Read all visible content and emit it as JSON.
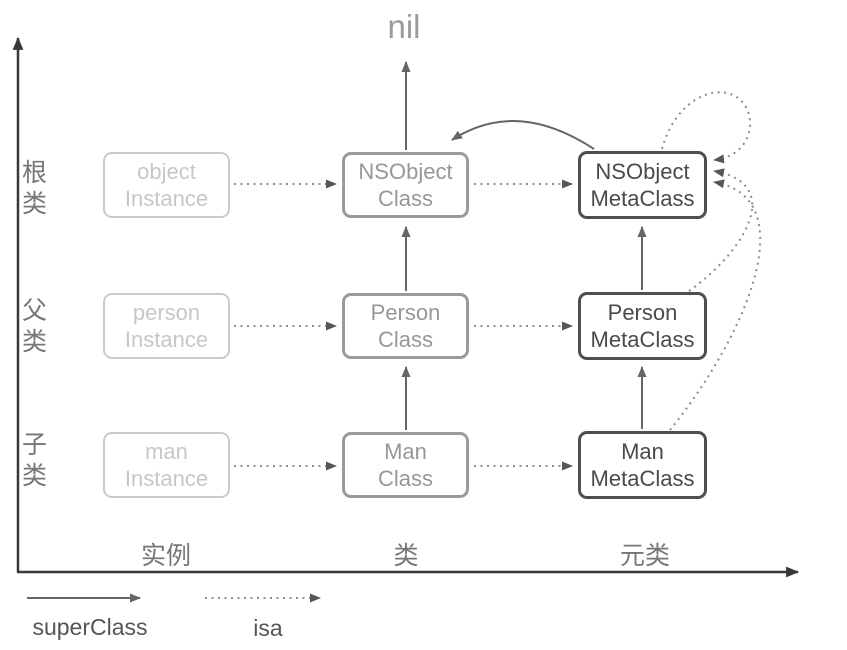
{
  "diagram": {
    "nil_label": "nil",
    "y_axis_labels": [
      "根类",
      "父类",
      "子类"
    ],
    "x_axis_labels": [
      "实例",
      "类",
      "元类"
    ],
    "boxes": {
      "object_instance": {
        "line1": "object",
        "line2": "Instance"
      },
      "person_instance": {
        "line1": "person",
        "line2": "Instance"
      },
      "man_instance": {
        "line1": "man",
        "line2": "Instance"
      },
      "nsobject_class": {
        "line1": "NSObject",
        "line2": "Class"
      },
      "person_class": {
        "line1": "Person",
        "line2": "Class"
      },
      "man_class": {
        "line1": "Man",
        "line2": "Class"
      },
      "nsobject_metaclass": {
        "line1": "NSObject",
        "line2": "MetaClass"
      },
      "person_metaclass": {
        "line1": "Person",
        "line2": "MetaClass"
      },
      "man_metaclass": {
        "line1": "Man",
        "line2": "MetaClass"
      }
    },
    "legend": {
      "solid_label": "superClass",
      "dotted_label": "isa"
    },
    "colors": {
      "instance_box_border": "#cbcbcb",
      "class_box_border": "#9a9a9a",
      "metaclass_box_border": "#4e4e4e",
      "solid_arrow": "#666666",
      "dotted_arrow": "#8c8c8c",
      "axis_line": "#383838",
      "axis_label_text": "#767676",
      "nil_text": "#9a9a9a",
      "legend_text": "#555555"
    },
    "relations": {
      "superclass_edges": [
        "Man Class → Person Class",
        "Person Class → NSObject Class",
        "NSObject Class → nil",
        "Man MetaClass → Person MetaClass",
        "Person MetaClass → NSObject MetaClass",
        "NSObject MetaClass → NSObject Class"
      ],
      "isa_edges": [
        "object Instance → NSObject Class",
        "person Instance → Person Class",
        "man Instance → Man Class",
        "NSObject Class → NSObject MetaClass",
        "Person Class → Person MetaClass",
        "Man Class → Man MetaClass",
        "NSObject MetaClass → NSObject MetaClass",
        "Person MetaClass → NSObject MetaClass",
        "Man MetaClass → NSObject MetaClass"
      ]
    }
  }
}
